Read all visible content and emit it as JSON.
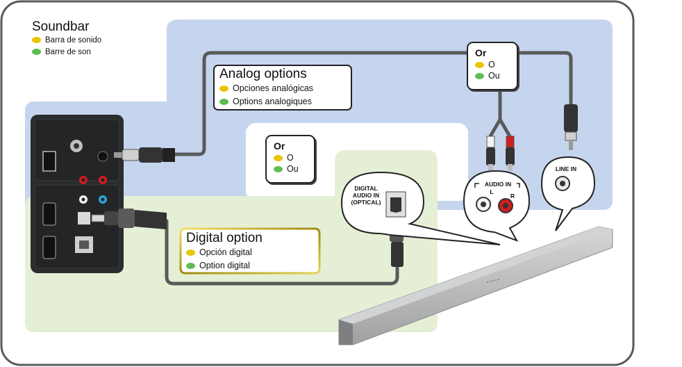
{
  "soundbar_legend": {
    "title": "Soundbar",
    "es": "Barra de sonido",
    "fr": "Barre de son"
  },
  "analog": {
    "title": "Analog options",
    "es": "Opciones analógicas",
    "fr": "Options analogiques"
  },
  "digital": {
    "title": "Digital option",
    "es": "Opción digital",
    "fr": "Option digital"
  },
  "or_box_top": {
    "title": "Or",
    "es": "O",
    "fr": "Ou"
  },
  "or_box_middle": {
    "title": "Or",
    "es": "O",
    "fr": "Ou"
  },
  "bubbles": {
    "optical": [
      "DIGITAL",
      "AUDIO IN",
      "(OPTICAL)"
    ],
    "audio_in": {
      "title": "AUDIO IN",
      "left": "L",
      "right": "R"
    },
    "line_in": "LINE IN"
  },
  "colors": {
    "frame": "#5a5a5a",
    "analog_area": "#c6d5ee",
    "digital_area": "#e5efd6",
    "yellow_dot": "#e9c400",
    "green_dot": "#5ebd52",
    "digital_border": "#a89510",
    "tv_panel": "#2a2c2e",
    "cable": "#5a5a5a"
  }
}
